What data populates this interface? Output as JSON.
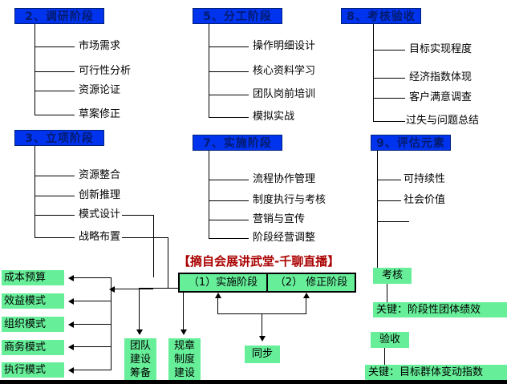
{
  "diagram": {
    "red_note": "【摘自会展讲武堂-千聊直播】",
    "sections": [
      {
        "id": "s2",
        "title": "2、调研阶段",
        "items": [
          "市场需求",
          "可行性分析",
          "资源论证",
          "草案修正"
        ]
      },
      {
        "id": "s5",
        "title": "5、分工阶段",
        "items": [
          "操作明细设计",
          "核心资料学习",
          "团队岗前培训",
          "模拟实战"
        ]
      },
      {
        "id": "s8",
        "title": "8、考核验收",
        "items": [
          "目标实现程度",
          "经济指数体现",
          "客户满意调查",
          "过失与问题总结"
        ]
      },
      {
        "id": "s3",
        "title": "3、立项阶段",
        "items": [
          "资源整合",
          "创新推理",
          "模式设计",
          "战略布置"
        ]
      },
      {
        "id": "s7",
        "title": "7、实施阶段",
        "items": [
          "流程协作管理",
          "制度执行与考核",
          "营销与宣传",
          "阶段经营调整"
        ]
      },
      {
        "id": "s9",
        "title": "9、评估元素",
        "items": [
          "可持续性",
          "社会价值",
          ""
        ]
      }
    ],
    "outputs": {
      "models": [
        "成本预算",
        "效益模式",
        "组织模式",
        "商务模式",
        "执行模式"
      ],
      "team_prep": [
        "团队",
        "建设",
        "筹备"
      ],
      "rules_build": [
        "规章",
        "制度",
        "建设"
      ],
      "sync": "同步"
    },
    "phases": {
      "left": "（1）实施阶段",
      "right": "（2）  修正阶段"
    },
    "review": {
      "assess_label": "考核",
      "assess_key": "关键：阶段性团体绩效",
      "accept_label": "验收",
      "accept_key": "关键：目标群体变动指数"
    },
    "colors": {
      "header_blue": "#0033ee",
      "header_text": "#001b6e",
      "green": "#66ee99",
      "red": "#aa0000",
      "line": "#000000"
    }
  }
}
